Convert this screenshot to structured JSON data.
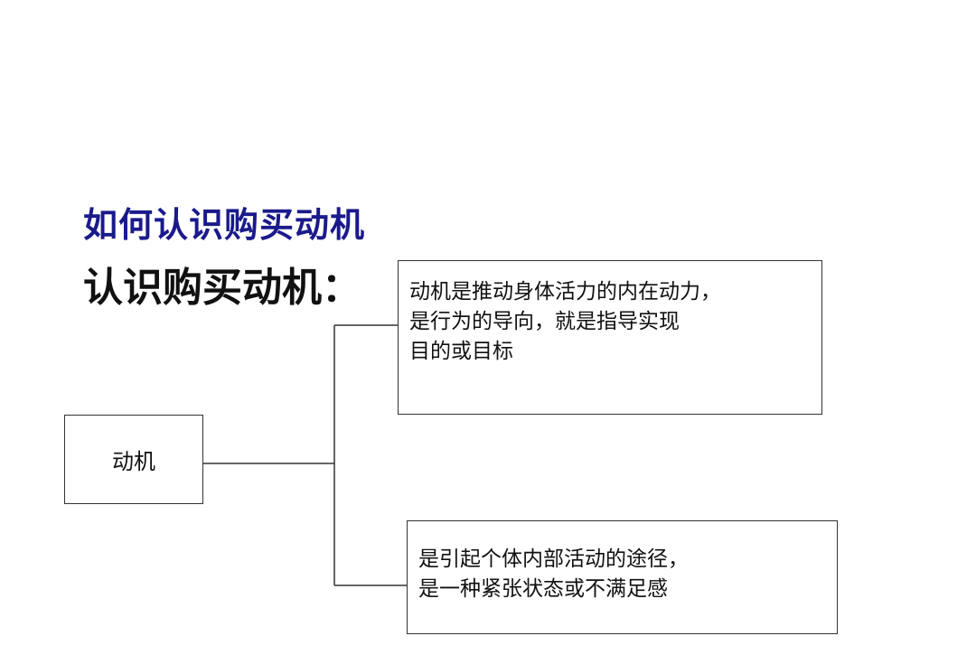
{
  "title": "如何认识购买动机",
  "subtitle": "认识购买动机：",
  "root_node": {
    "label": "动机"
  },
  "branches": [
    {
      "lines": [
        "动机是推动身体活力的内在动力，",
        "是行为的导向，就是指导实现",
        "目的或目标"
      ]
    },
    {
      "lines": [
        "是引起个体内部活动的途径，",
        "是一种紧张状态或不满足感"
      ]
    }
  ],
  "colors": {
    "title": "#1a1a8c",
    "text": "#111111",
    "line": "#333333"
  }
}
